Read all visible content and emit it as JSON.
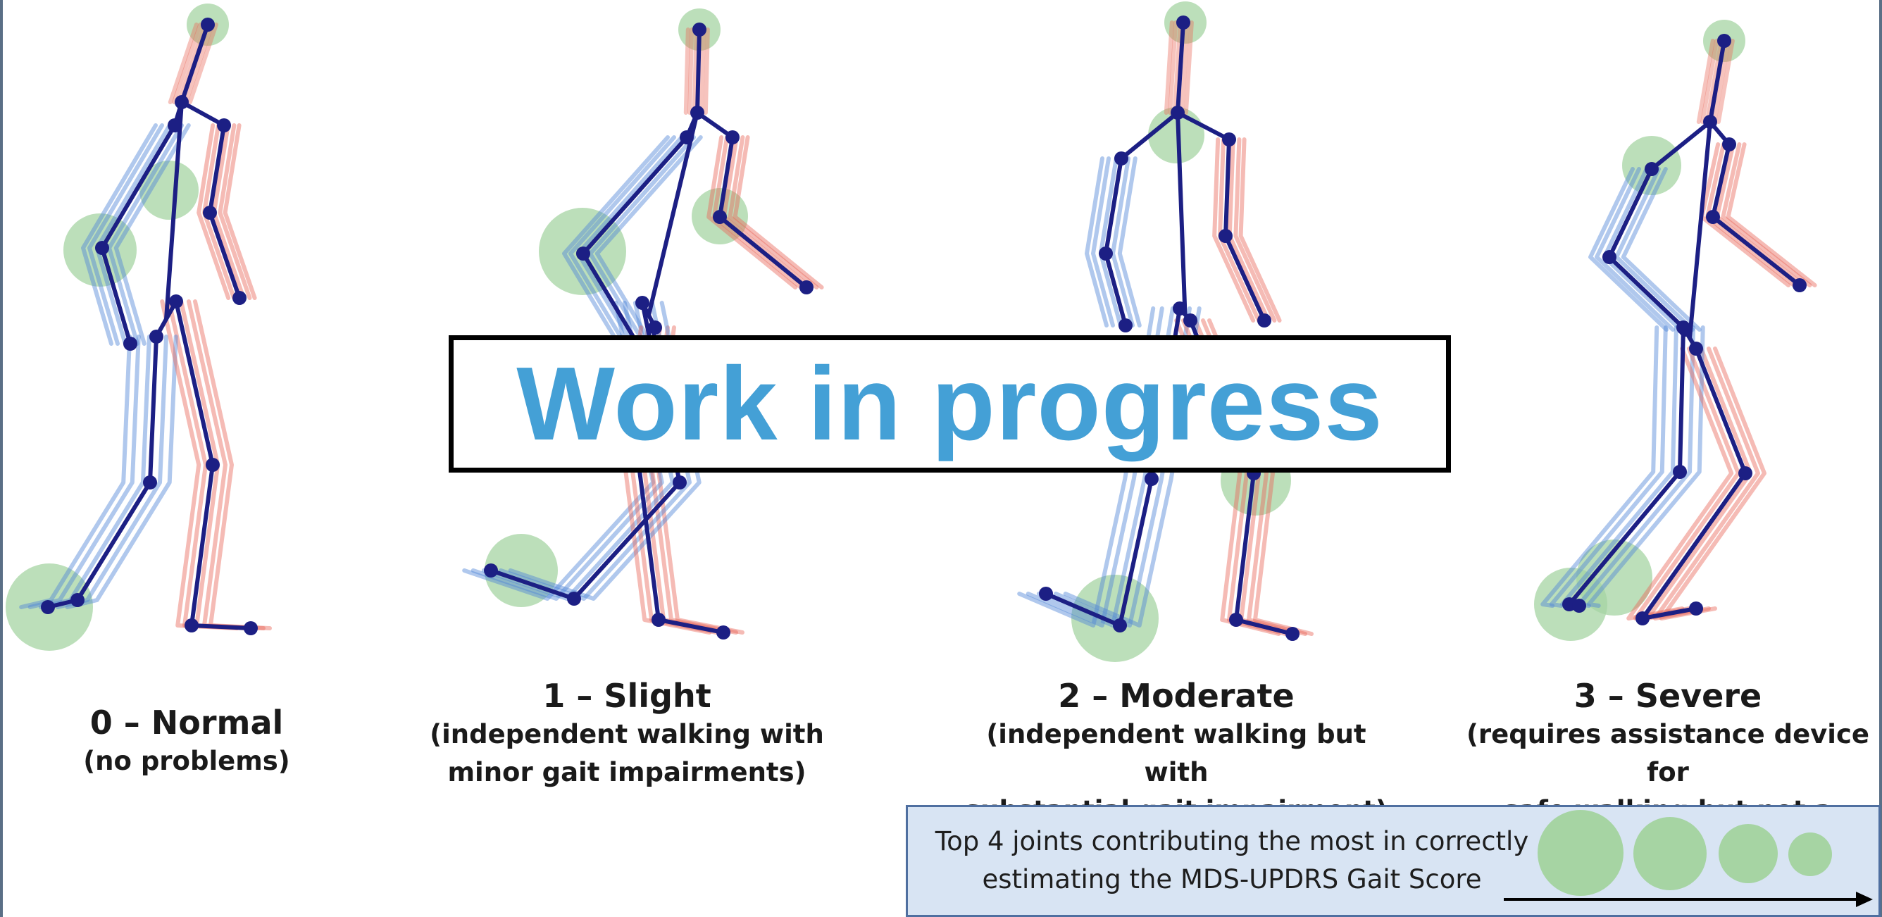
{
  "colors": {
    "left_limbs": "#4f86d6",
    "right_limbs": "#e8685a",
    "current_pose": "#1c1f84",
    "joint_highlight": "#a6d4a3",
    "banner_text": "#44a0d6",
    "legend_background": "#d8e4f3"
  },
  "panels": [
    {
      "title": "0 – Normal",
      "desc_line1": "(no problems)",
      "desc_line2": ""
    },
    {
      "title": "1 – Slight",
      "desc_line1": "(independent walking with",
      "desc_line2": "minor gait impairments)"
    },
    {
      "title": "2 – Moderate",
      "desc_line1": "(independent walking but with",
      "desc_line2": "substantial gait impairment)"
    },
    {
      "title": "3 – Severe",
      "desc_line1": "(requires assistance device for",
      "desc_line2": "safe walking but not a person)"
    }
  ],
  "banner": {
    "text": "Work in progress"
  },
  "legend": {
    "line1": "Top 4 joints contributing the most in correctly",
    "line2": "estimating the MDS-UPDRS Gait Score",
    "rank_sizes": [
      4,
      3,
      2,
      1
    ]
  }
}
